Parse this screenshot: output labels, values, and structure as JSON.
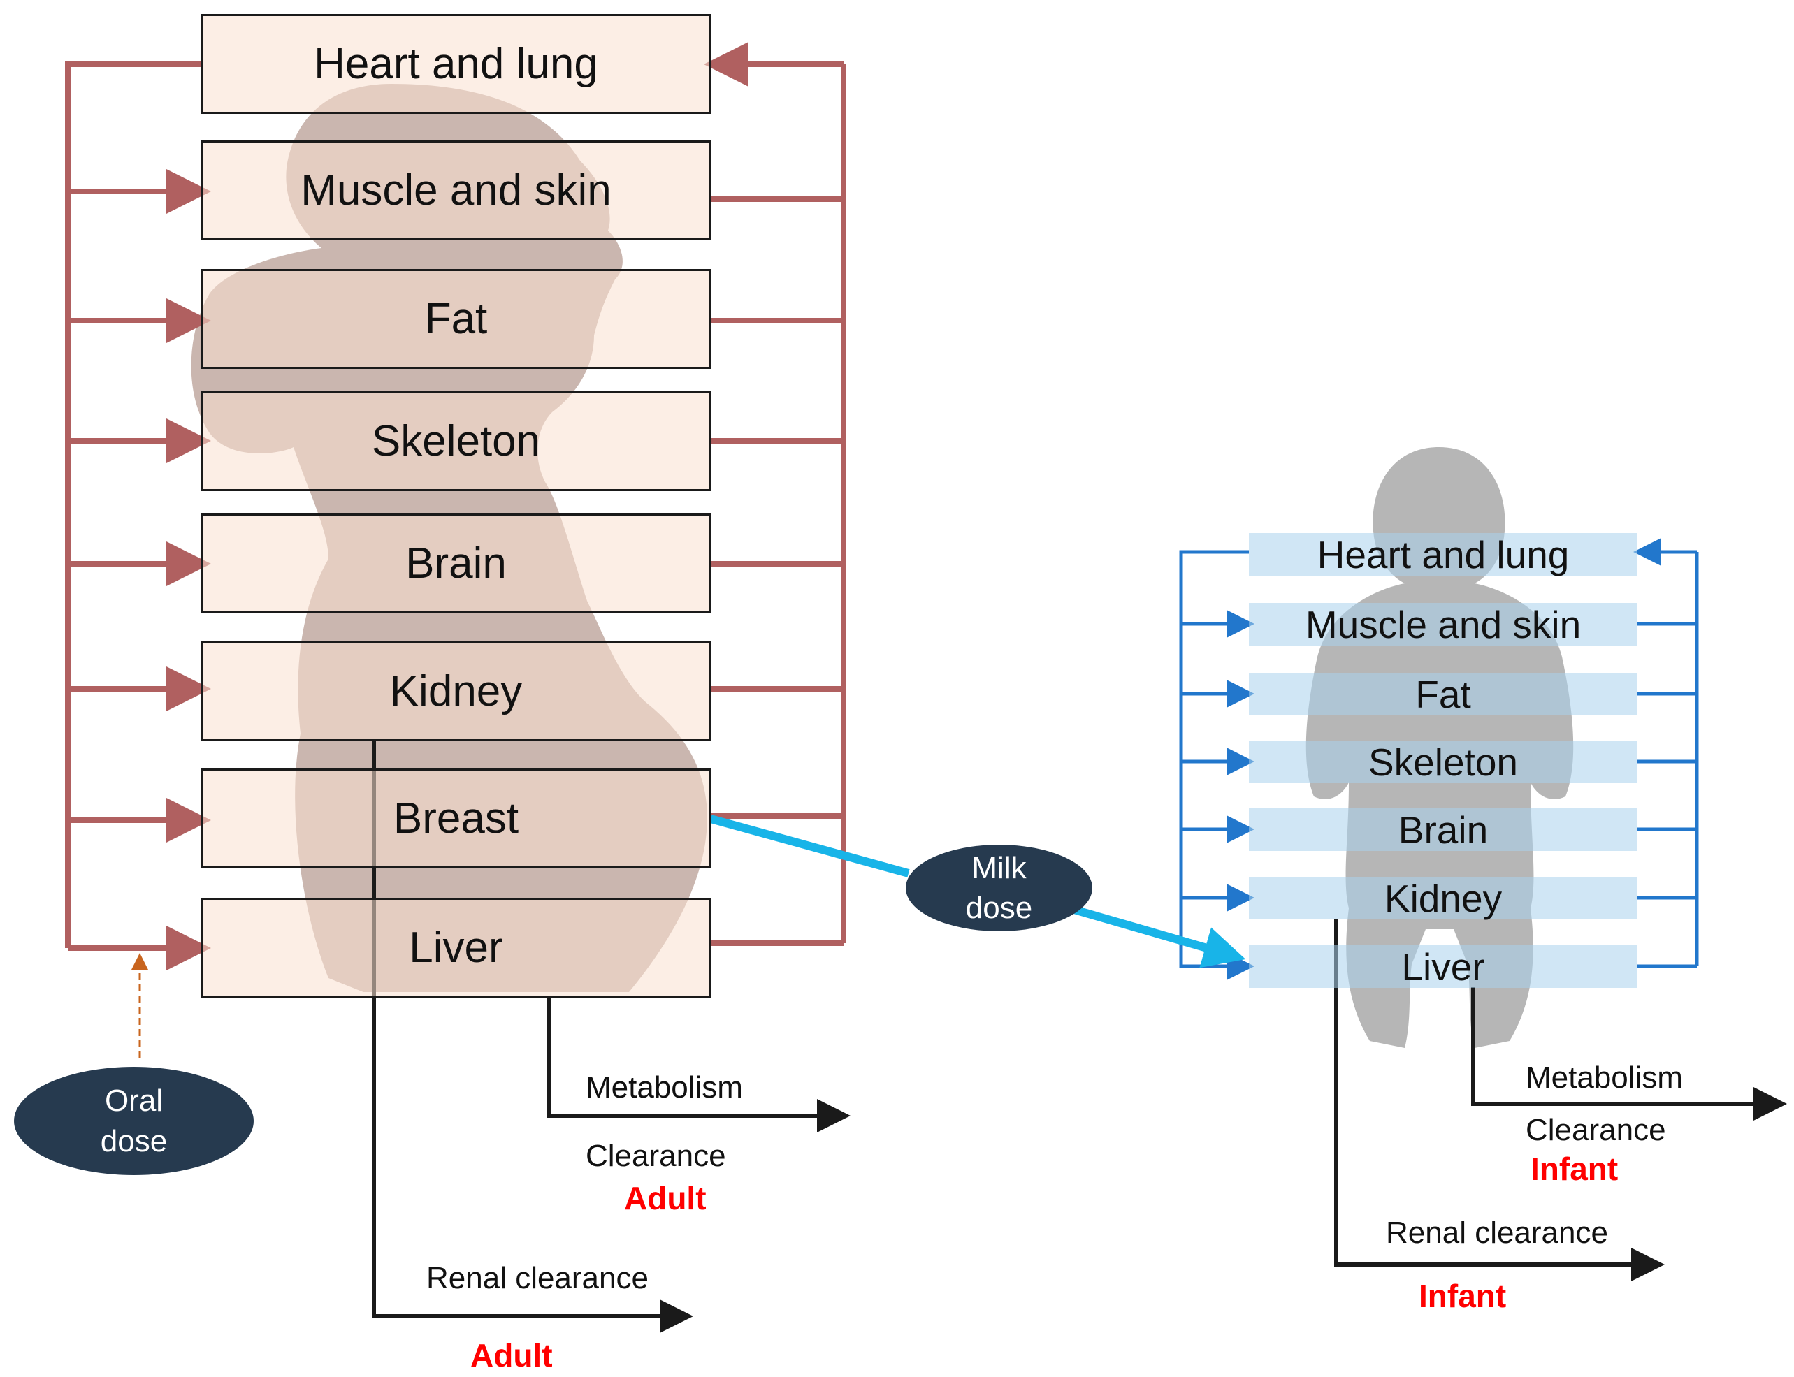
{
  "adult": {
    "compartments": [
      "Heart and lung",
      "Muscle and skin",
      "Fat",
      "Skeleton",
      "Brain",
      "Kidney",
      "Breast",
      "Liver"
    ],
    "metabolism_label": "Metabolism",
    "metabolism_clearance_label": "Clearance",
    "metabolism_tag": "Adult",
    "renal_label": "Renal clearance",
    "renal_tag": "Adult",
    "oral_dose": {
      "line1": "Oral",
      "line2": "dose"
    }
  },
  "milk_dose": {
    "line1": "Milk",
    "line2": "dose"
  },
  "infant": {
    "compartments": [
      "Heart and lung",
      "Muscle and skin",
      "Fat",
      "Skeleton",
      "Brain",
      "Kidney",
      "Liver"
    ],
    "metabolism_label": "Metabolism",
    "metabolism_clearance_label": "Clearance",
    "metabolism_tag": "Infant",
    "renal_label": "Renal clearance",
    "renal_tag": "Infant"
  },
  "colors": {
    "adult_flow": "#b06060",
    "infant_flow": "#2277cc",
    "milk_arrow": "#18b4e8",
    "oral_arrow": "#c8641e",
    "clearance_line": "#1a1a1a",
    "dose_oval": "#263a4f",
    "tag_red": "#ff0000"
  }
}
